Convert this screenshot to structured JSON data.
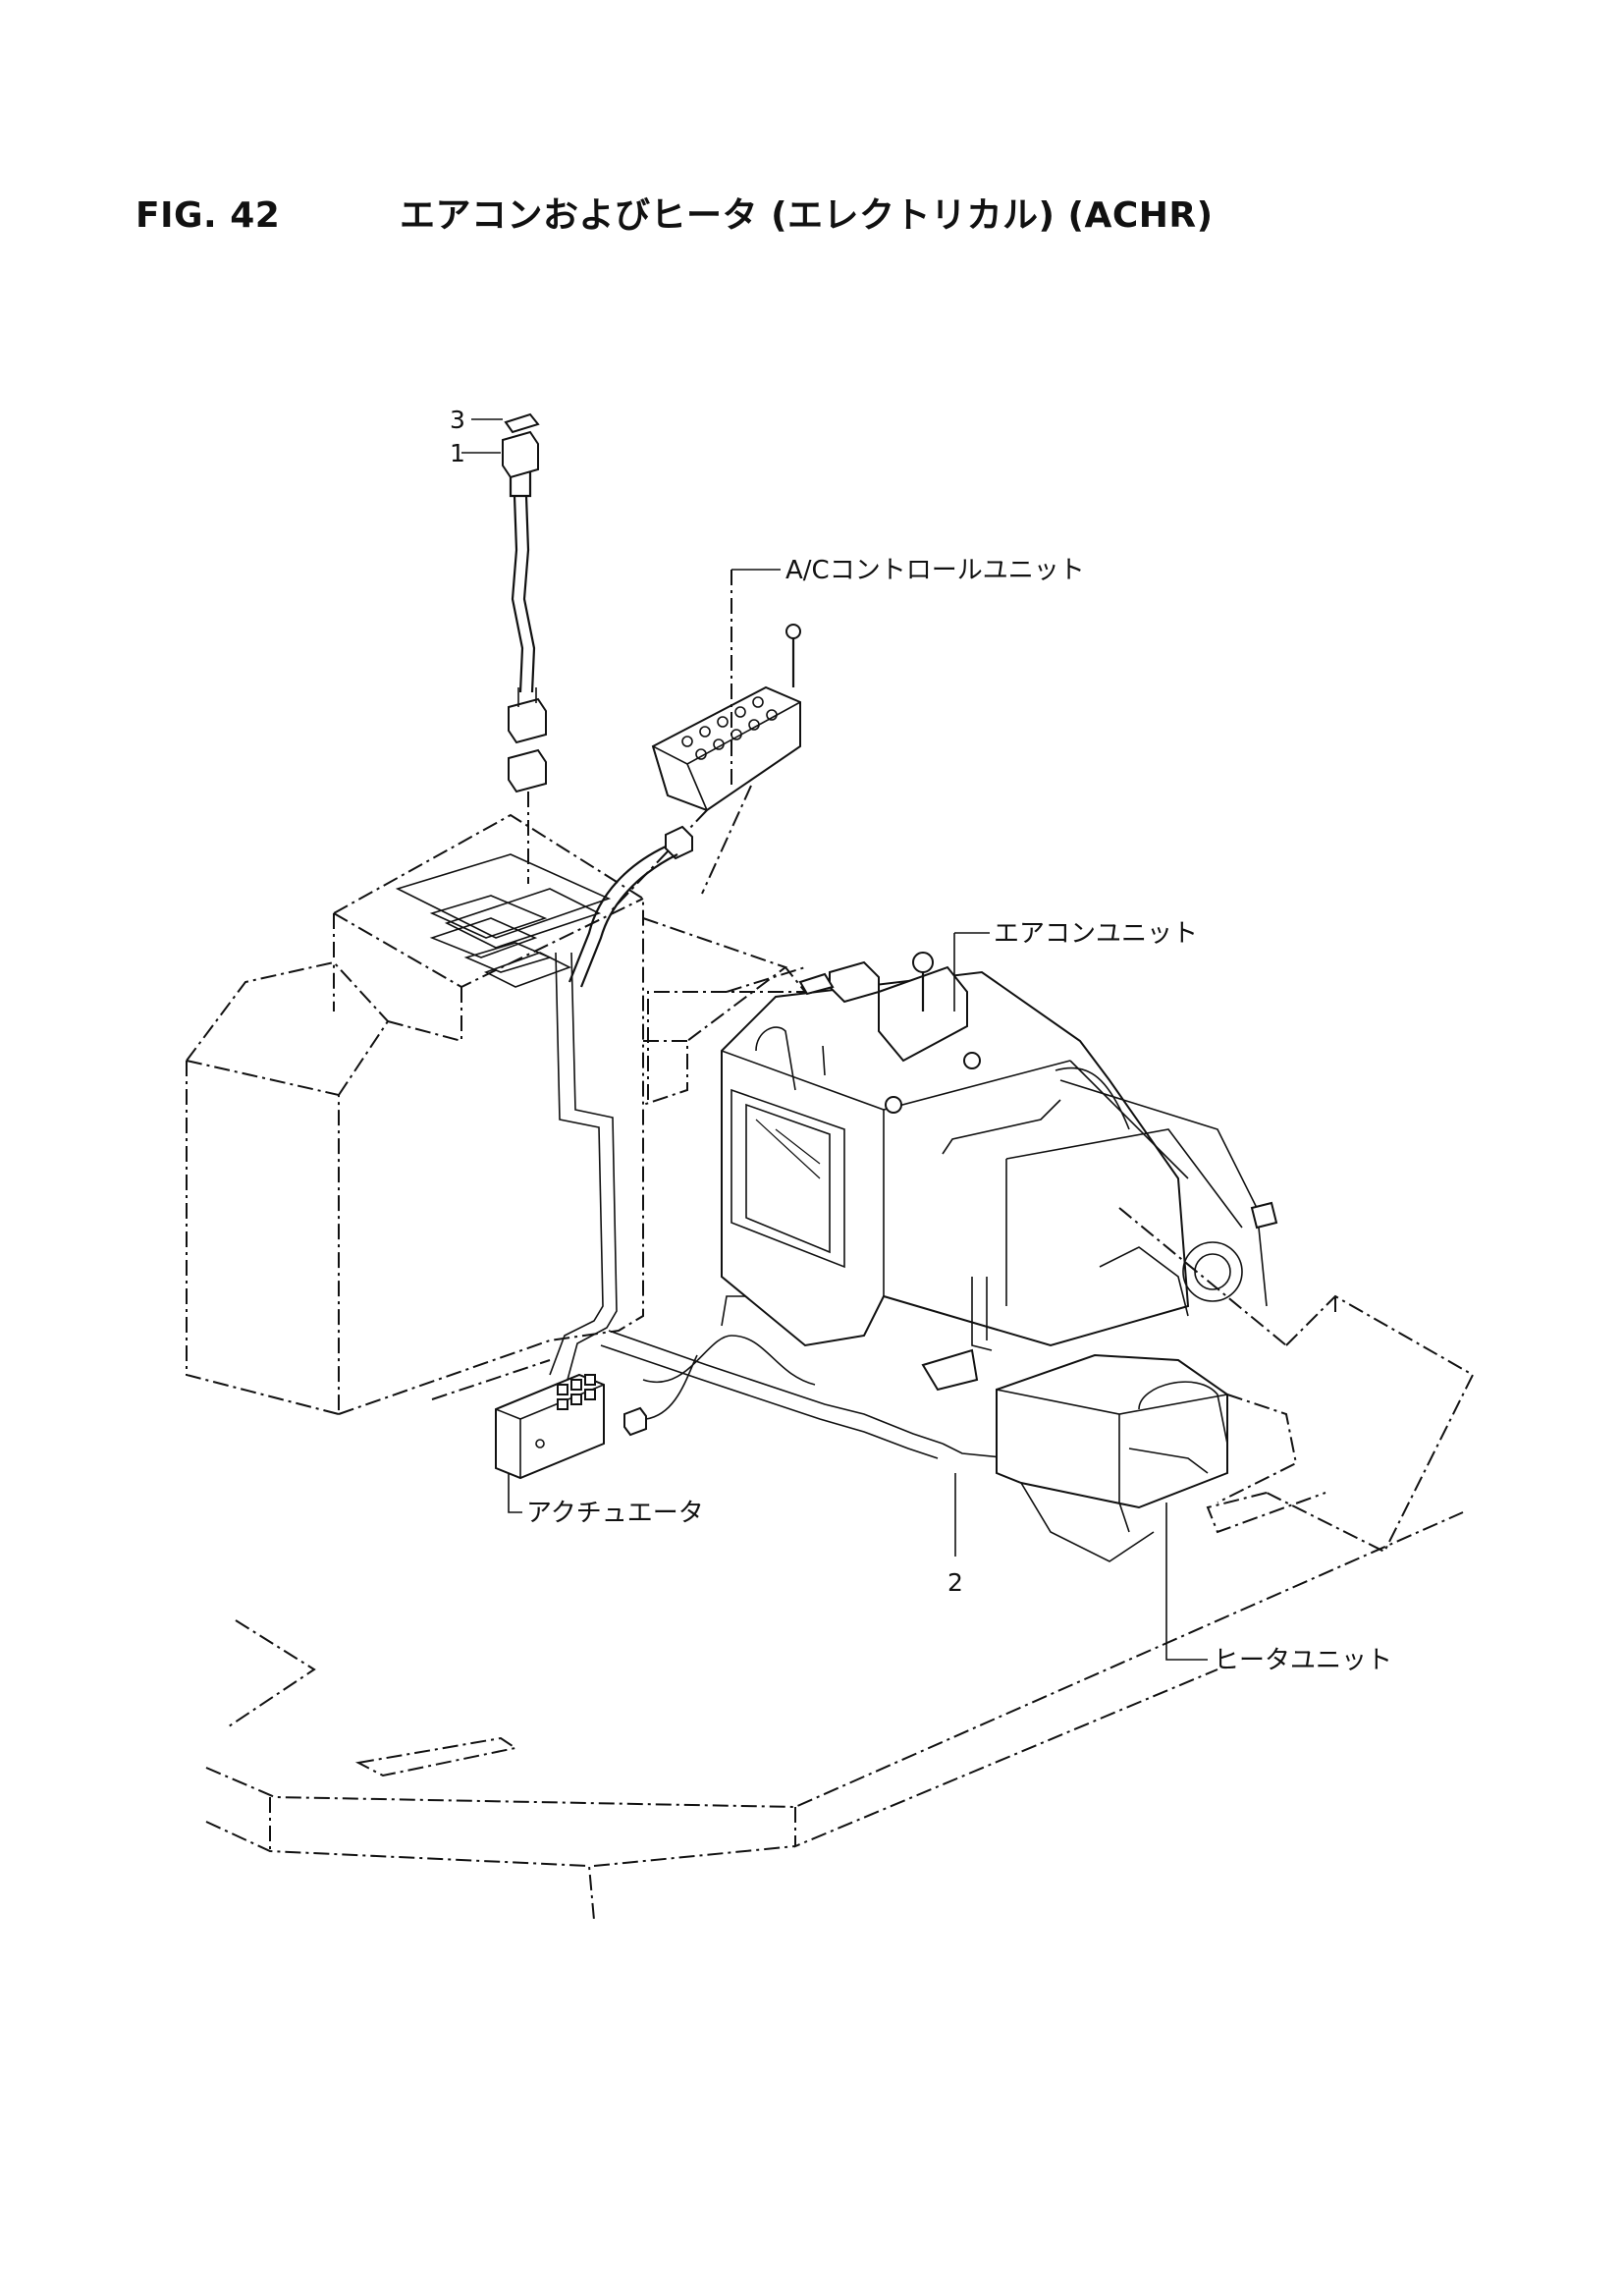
{
  "figure": {
    "number": "FIG. 42",
    "title": "エアコンおよびヒータ (エレクトリカル) (ACHR)"
  },
  "callouts": {
    "ac_control_unit": "A/Cコントロールユニット",
    "aircon_unit": "エアコンユニット",
    "actuator": "アクチュエータ",
    "heater_unit": "ヒータユニット"
  },
  "parts": [
    {
      "number": "1"
    },
    {
      "number": "2"
    },
    {
      "number": "3"
    }
  ]
}
